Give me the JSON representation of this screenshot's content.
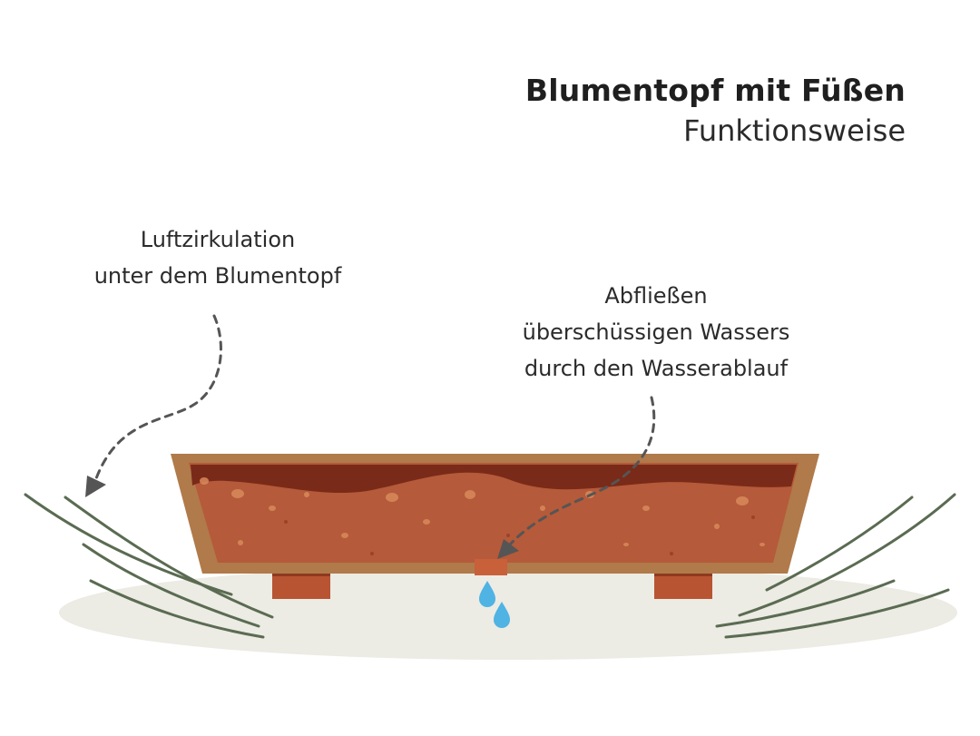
{
  "title": {
    "main": "Blumentopf mit Füßen",
    "sub": "Funktionsweise"
  },
  "labels": {
    "air": {
      "line1": "Luftzirkulation",
      "line2": "unter dem Blumentopf"
    },
    "water": {
      "line1": "Abfließen",
      "line2": "überschüssigen Wassers",
      "line3": "durch den Wasserablauf"
    }
  },
  "colors": {
    "pot_rim": "#b07a4a",
    "pot_body": "#b55a3a",
    "soil_top": "#7a2a18",
    "feet": "#b85432",
    "ground": "#ecebe4",
    "grass": "#5a6b52",
    "water": "#4fb3e3",
    "arrow": "#555555"
  }
}
